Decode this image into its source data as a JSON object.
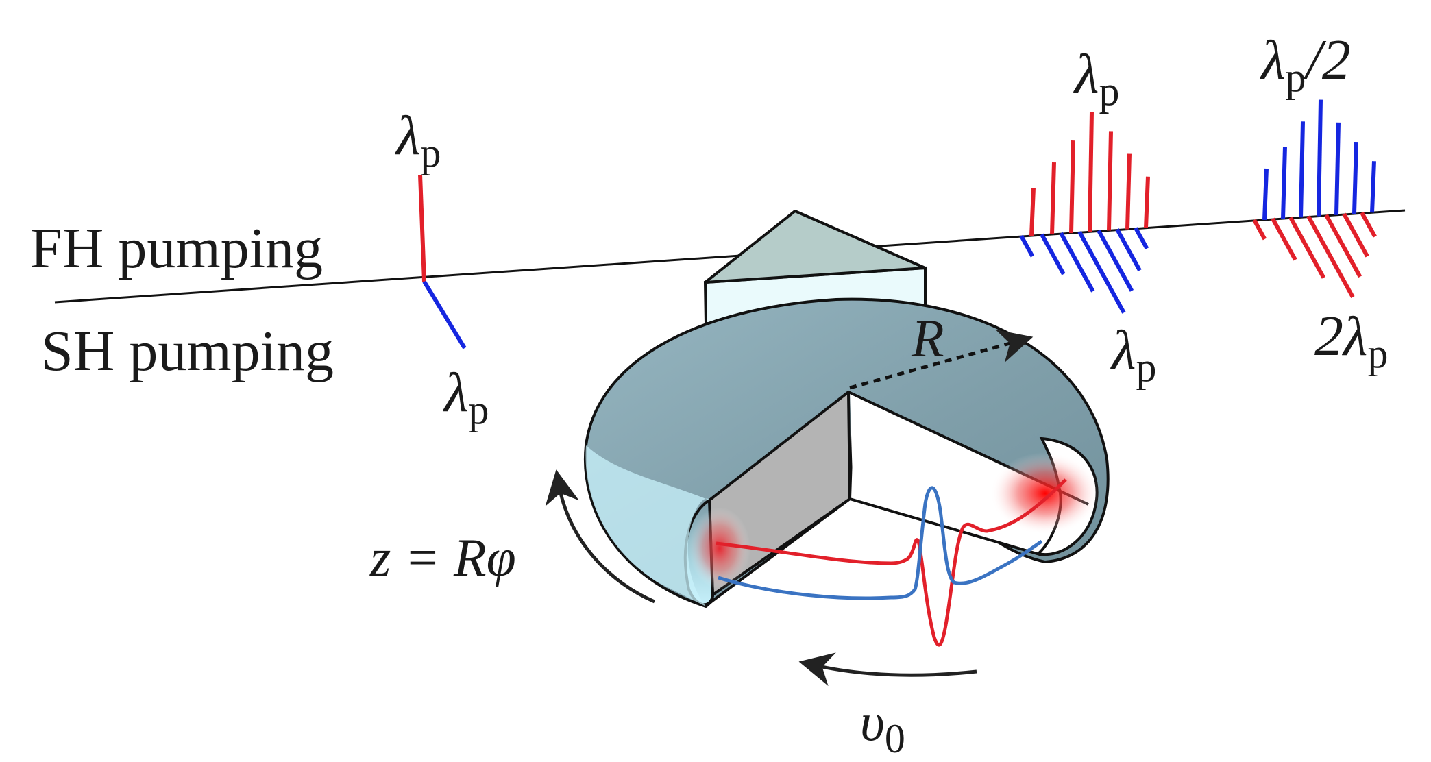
{
  "labels": {
    "fh_pumping": "FH pumping",
    "sh_pumping": "SH pumping",
    "lambda": "λ",
    "p": "p",
    "half_suffix": "/2",
    "two_prefix": "2",
    "radius": "R",
    "z_eq": "z = Rφ",
    "v": "υ",
    "v_sub": "0"
  },
  "colors": {
    "red": "#e2202a",
    "blue": "#1526e0",
    "ring_dark": "#7f9ea9",
    "ring_light": "#bfeef8",
    "cut_face": "#b4b4b4",
    "prism_top": "#b5ccc9",
    "prism_front": "#eafafc",
    "field_red": "#d63b3b",
    "field_blue": "#3a73c2"
  }
}
